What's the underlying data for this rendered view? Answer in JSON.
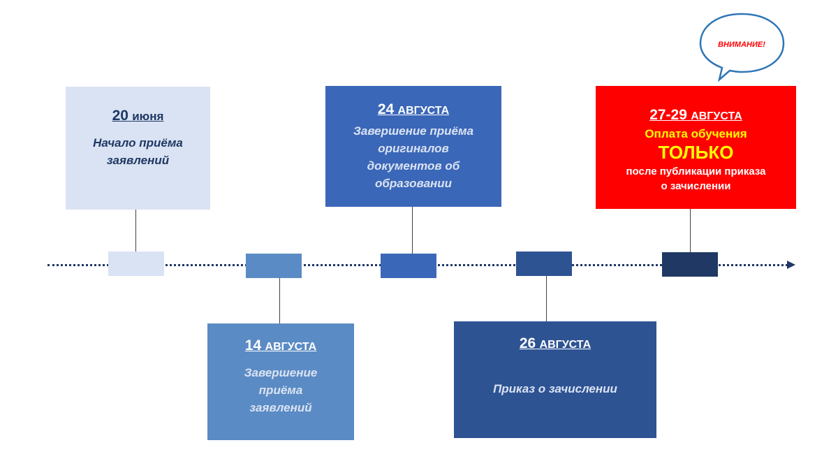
{
  "colors": {
    "timeline": "#1f3864",
    "card_1": "#dae3f3",
    "card_2": "#5b8bc4",
    "card_3": "#3b67b8",
    "card_4": "#2e5393",
    "card_5": "#ff0000",
    "highlight_text": "#ffff00",
    "callout_border": "#2e75b6",
    "callout_text": "#ff0000"
  },
  "timeline": {
    "events": [
      {
        "day": "20",
        "month": "июня",
        "description": "Начало приёма заявлений"
      },
      {
        "day": "14",
        "month": "АВГУСТА",
        "description": "Завершение приёма заявлений"
      },
      {
        "day": "24",
        "month": "АВГУСТА",
        "description": "Завершение приёма оригиналов документов об образовании"
      },
      {
        "day": "26",
        "month": "АВГУСТА",
        "description": "Приказ о зачислении"
      },
      {
        "day": "27-29",
        "month": "АВГУСТА",
        "emphasis": "Оплата обучения",
        "only": "ТОЛЬКО",
        "note": "после публикации приказа о зачислении"
      }
    ],
    "callout": "ВНИМАНИЕ!"
  }
}
